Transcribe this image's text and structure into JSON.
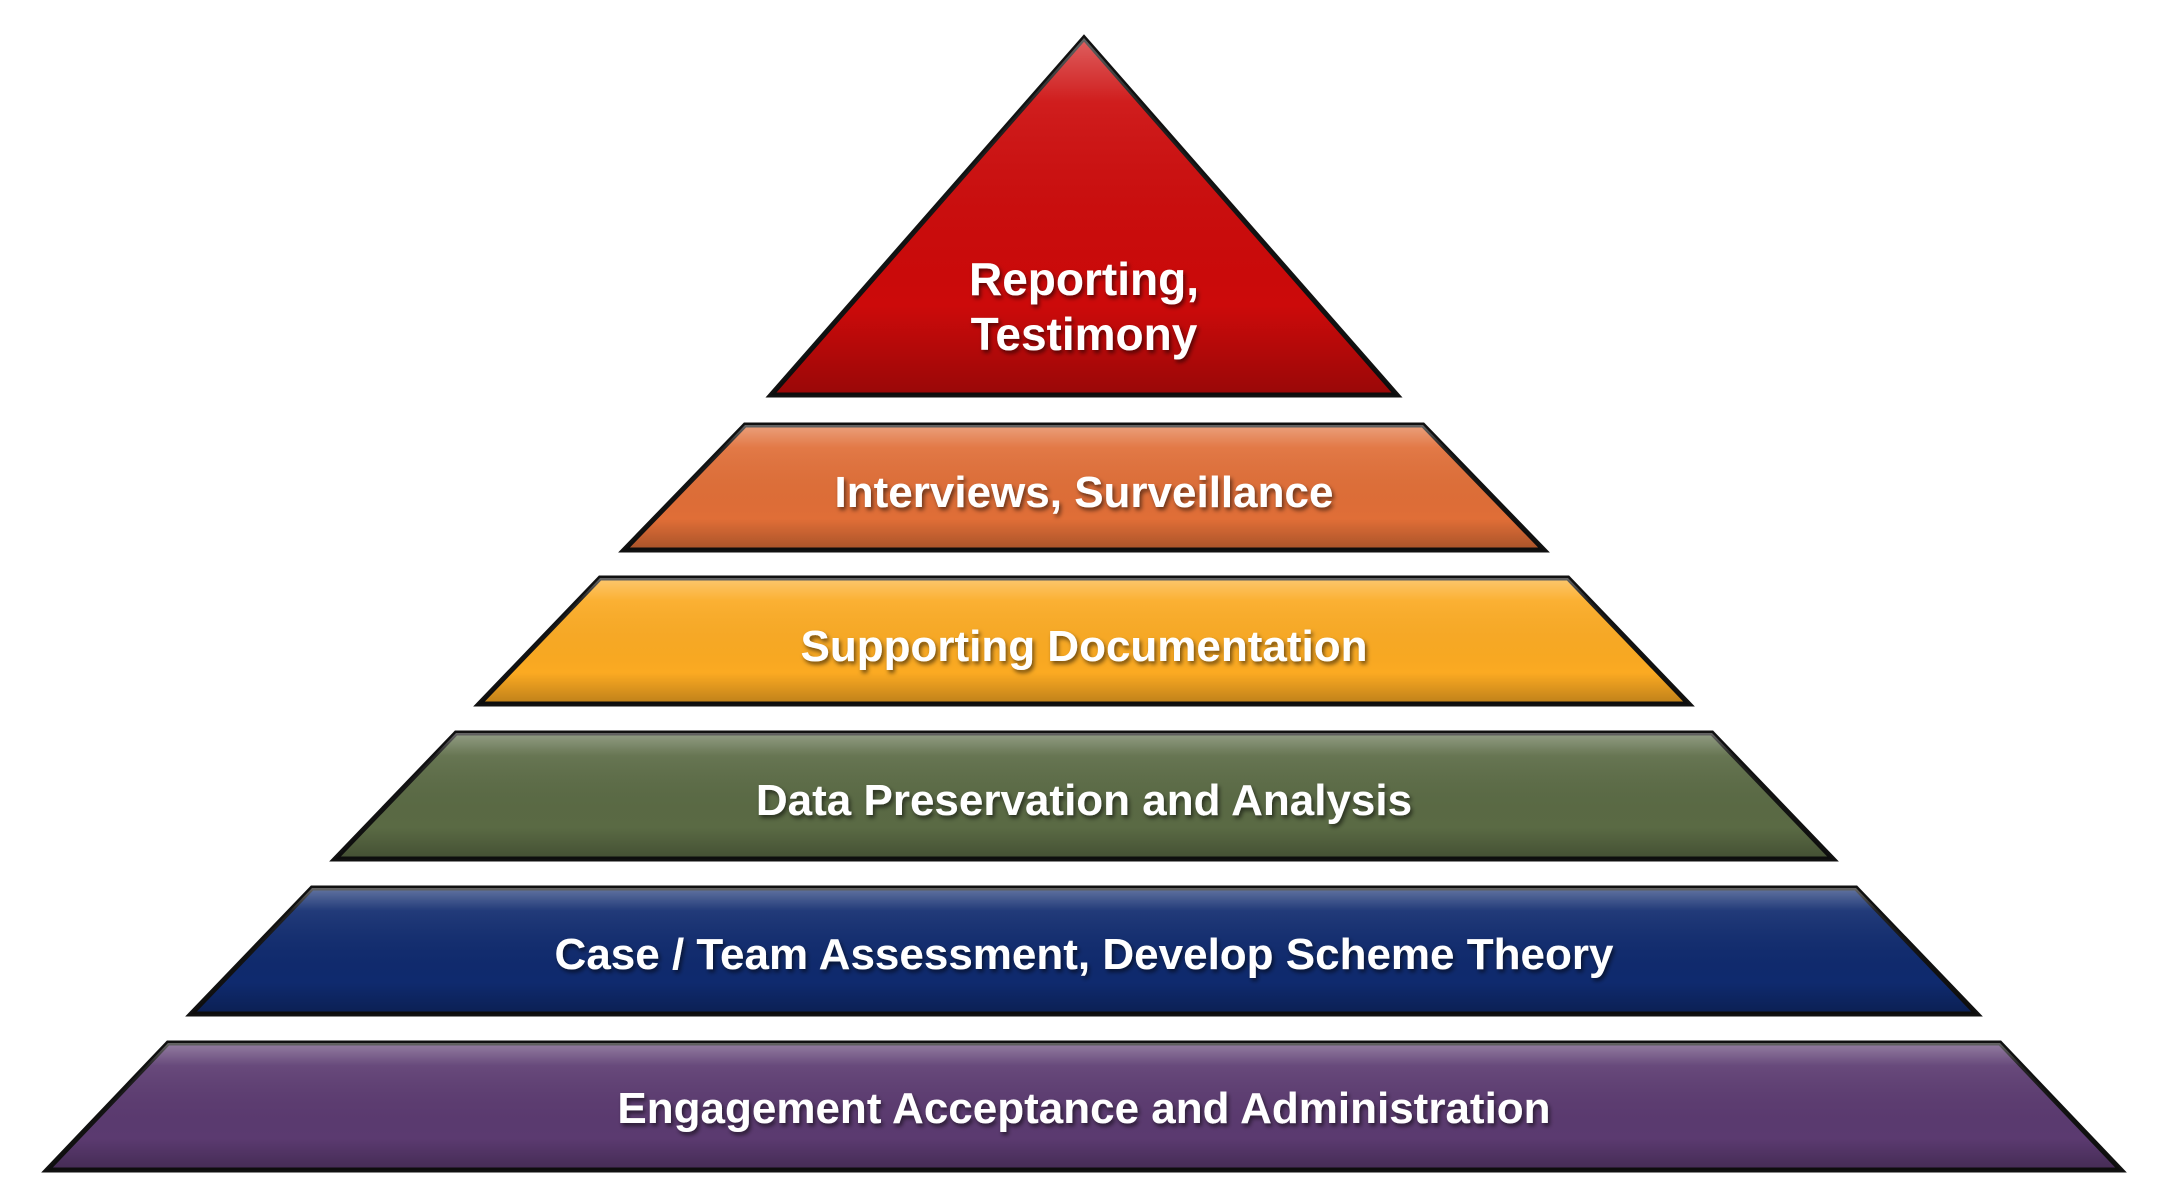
{
  "pyramid": {
    "tiers": [
      {
        "lines": [
          "Reporting,",
          "Testimony"
        ],
        "color": "#cc0a0a"
      },
      {
        "lines": [
          "Interviews, Surveillance"
        ],
        "color": "#e06e37"
      },
      {
        "lines": [
          "Supporting Documentation"
        ],
        "color": "#fbaa22"
      },
      {
        "lines": [
          "Data Preservation and Analysis"
        ],
        "color": "#5a6a44"
      },
      {
        "lines": [
          "Case / Team Assessment, Develop Scheme Theory"
        ],
        "color": "#0f2a6e"
      },
      {
        "lines": [
          "Engagement Acceptance and Administration"
        ],
        "color": "#5b3a70"
      }
    ],
    "outline_color": "#111111",
    "text_color": "#ffffff"
  }
}
